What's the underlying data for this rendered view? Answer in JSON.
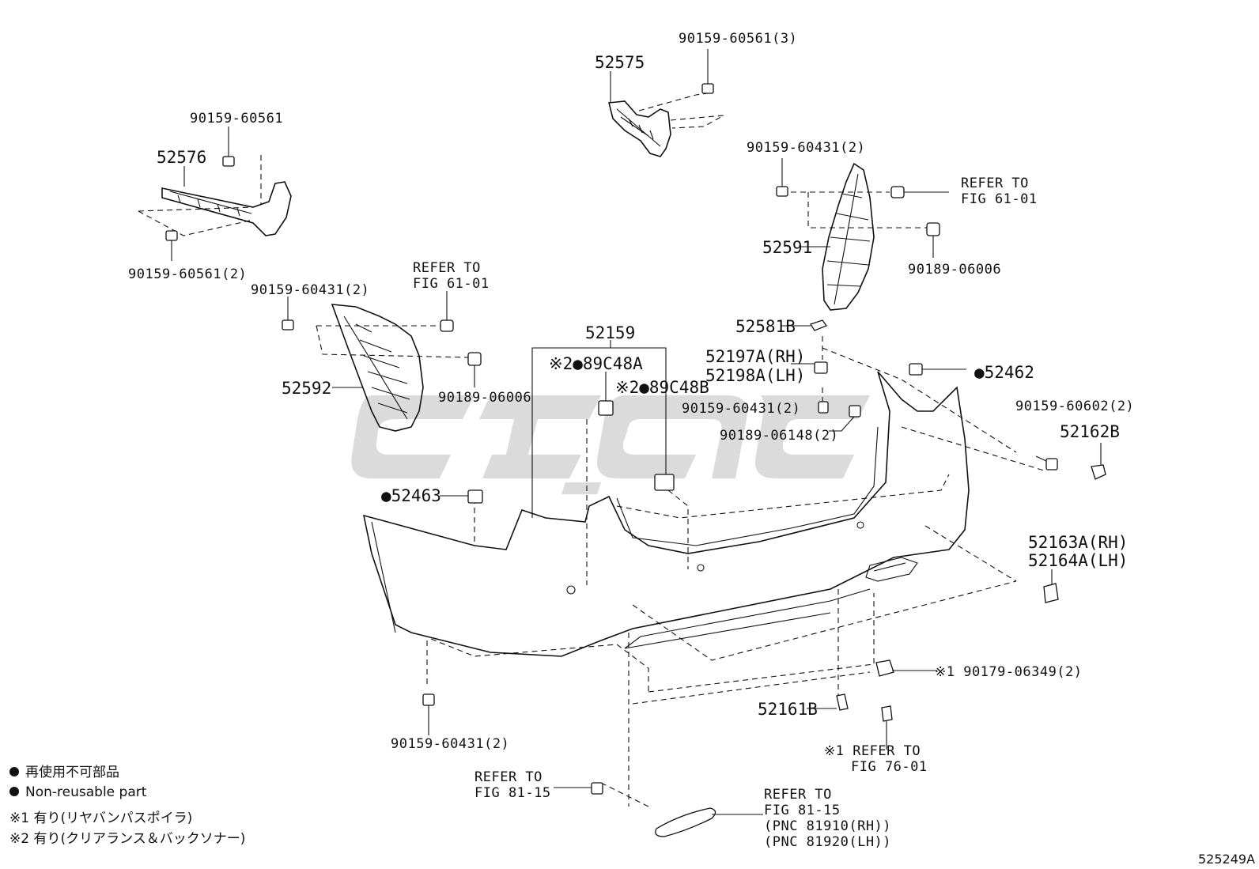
{
  "diagram_code": "525249A",
  "colors": {
    "line": "#111111",
    "watermark": "#cfcfcf",
    "background": "#ffffff"
  },
  "legend": {
    "jp_nonreusable": "再使用不可部品",
    "en_nonreusable": "Non-reusable part",
    "note1": "※1 有り(リヤバンパスポイラ)",
    "note2": "※2 有り(クリアランス＆バックソナー)"
  },
  "labels": {
    "l_90159_60561_3": "90159-60561(3)",
    "l_52575": "52575",
    "l_90159_60561": "90159-60561",
    "l_52576": "52576",
    "l_90159_60561_2": "90159-60561(2)",
    "l_90159_60431_2_a": "90159-60431(2)",
    "l_refer_a1": "REFER TO",
    "l_refer_a2": "FIG 61-01",
    "l_52592": "52592",
    "l_90189_06006_a": "90189-06006",
    "l_90159_60431_2_b": "90159-60431(2)",
    "l_refer_b1": "REFER TO",
    "l_refer_b2": "FIG 61-01",
    "l_52591": "52591",
    "l_90189_06006_b": "90189-06006",
    "l_52581b": "52581B",
    "l_52197a": "52197A(RH)",
    "l_52198a": "52198A(LH)",
    "l_52159": "52159",
    "l_89c48a": "※2●89C48A",
    "l_89c48b": "※2●89C48B",
    "l_52462": "●52462",
    "l_90159_60431_2_c": "90159-60431(2)",
    "l_90189_06148_2": "90189-06148(2)",
    "l_90159_60602_2": "90159-60602(2)",
    "l_52162b": "52162B",
    "l_52463": "●52463",
    "l_52163a": "52163A(RH)",
    "l_52164a": "52164A(LH)",
    "l_90179_06349": "※1 90179-06349(2)",
    "l_52161b": "52161B",
    "l_refer_c1": "※1 REFER TO",
    "l_refer_c2": "FIG 76-01",
    "l_90159_60431_2_d": "90159-60431(2)",
    "l_refer_d1": "REFER TO",
    "l_refer_d2": "FIG 81-15",
    "l_refer_e1": "REFER TO",
    "l_refer_e2": "FIG 81-15",
    "l_pnc_rh": "(PNC 81910(RH))",
    "l_pnc_lh": "(PNC 81920(LH))"
  }
}
